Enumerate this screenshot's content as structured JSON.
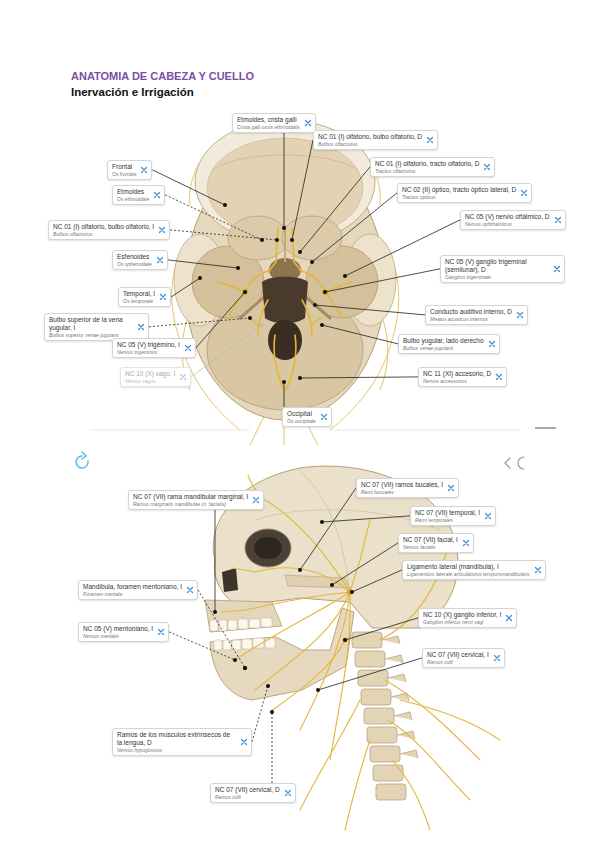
{
  "diagram": {
    "title": "ANATOMIA DE CABEZA Y CUELLO",
    "nodes": [
      {
        "text": [
          "Etmoides, crista galli",
          "Crista galli ossis ethmoidalis"
        ]
      },
      {
        "text": [
          "NC 01 (I) olfatorio, bulbo olfatorio, D",
          "Bulbus olfactorius"
        ]
      },
      {
        "text": [
          "NC 01 (I) olfatorio, tracto olfatorio, D",
          "Tractus olfactorius"
        ]
      },
      {
        "text": [
          "NC 02 (II) óptico, tracto óptico lateral, D",
          "Tractus opticus"
        ]
      },
      {
        "text": [
          "NC 05 (V) nervio oftálmico, D",
          "Nervus ophthalmicus"
        ]
      },
      {
        "text": [
          "NC 05 (V) ganglio trigeminal (semilunar), D",
          "Ganglion trigeminale"
        ]
      },
      {
        "text": [
          "Frontal",
          "Os frontale"
        ]
      },
      {
        "text": [
          "Etmoides",
          "Os ethmoidale"
        ]
      },
      {
        "text": [
          "NC 01 (I) olfatorio, bulbo olfatorio, I",
          "Bulbus olfactorius"
        ]
      },
      {
        "text": [
          "Esfenoides",
          "Os sphenoidale"
        ]
      },
      {
        "text": [
          "Temporal, I",
          "Os temporale"
        ]
      },
      {
        "text": [
          "Bulbo superior de la vena yugular, I",
          "Bulbus superior venae jugularis"
        ]
      },
      {
        "text": [
          "NC 05 (V) trigémino, I",
          "Nervus trigeminus"
        ]
      },
      {
        "text": [
          "NC 10 (X) vago, I",
          "Nervus vagus"
        ]
      },
      {
        "text": [
          "Occipital",
          "Os occipitale"
        ]
      },
      {
        "text": [
          "Conducto auditivo interno, D",
          "Meatus acusticus internus"
        ]
      },
      {
        "text": [
          "Bulbo yugular, lado derecho",
          "Bulbus venae jugularis"
        ]
      },
      {
        "text": [
          "NC 11 (XI) accesorio, D",
          "Nervus accessorius"
        ]
      },
      {
        "text": [
          "NC 07 (VII) rama mandibular marginal, I",
          "Ramus marginalis mandibulae (n. facialis)"
        ]
      },
      {
        "text": [
          "NC 07 (VII) ramos bucales, I",
          "Rami buccales"
        ]
      },
      {
        "text": [
          "NC 07 (VII) temporal, I",
          "Rami temporales"
        ]
      },
      {
        "text": [
          "NC 07 (VII) facial, I",
          "Nervus facialis"
        ]
      },
      {
        "text": [
          "Ligamento lateral (mandíbula), I",
          "Ligamentum laterale articulationis temporomandibularis"
        ]
      },
      {
        "text": [
          "Mandíbula, foramen mentoniano, I",
          "Foramen mentale"
        ]
      },
      {
        "text": [
          "NC 05 (V) mentoniano, I",
          "Nervus mentalis"
        ]
      },
      {
        "text": [
          "NC 10 (X) ganglio inferior, I",
          "Ganglion inferius nervi vagi"
        ]
      },
      {
        "text": [
          "NC 07 (VII) cervical, I",
          "Ramus colli"
        ]
      },
      {
        "text": [
          "Ramos de los músculos extrínsecos de la lengua, D",
          "Nervus hypoglossus"
        ]
      },
      {
        "text": [
          "NC 07 (VII) cervical, D",
          "Ramus colli"
        ]
      }
    ],
    "labels": [
      "Inervación e Irrigación"
    ]
  }
}
